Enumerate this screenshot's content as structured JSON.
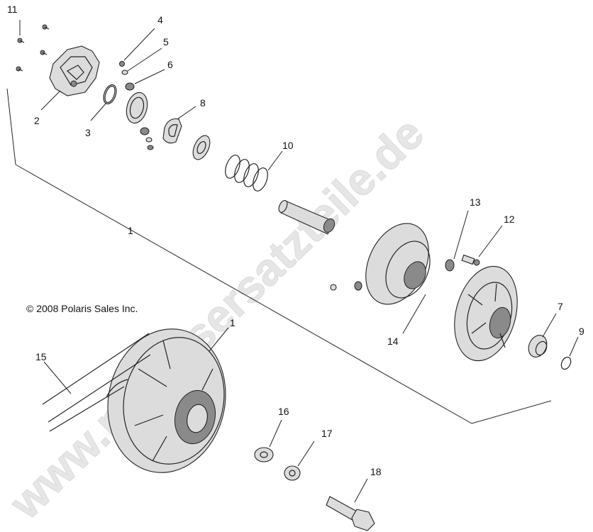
{
  "watermark": "www.polarisersatzteile.de",
  "copyright": "© 2008 Polaris Sales Inc.",
  "callouts": {
    "c1": "1",
    "c1b": "1",
    "c2": "2",
    "c3": "3",
    "c4": "4",
    "c5": "5",
    "c6": "6",
    "c7": "7",
    "c8": "8",
    "c9": "9",
    "c10": "10",
    "c11": "11",
    "c12": "12",
    "c13": "13",
    "c14": "14",
    "c15": "15",
    "c16": "16",
    "c17": "17",
    "c18": "18"
  }
}
